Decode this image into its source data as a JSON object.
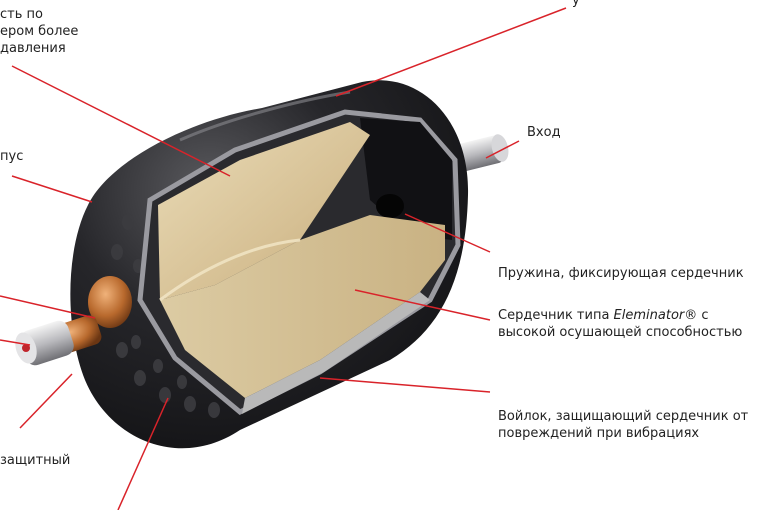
{
  "colors": {
    "leader_line": "#d9232a",
    "shell": "#1b1b1d",
    "core": "#d8c39a",
    "copper": "#c27a3a"
  },
  "labels": {
    "top_left": [
      "сть по",
      "ером более",
      "давления"
    ],
    "top_right": "у",
    "body_shell": "пус",
    "inlet": "Вход",
    "spring": "Пружина, фиксирующая сердечник",
    "core": {
      "line1_prefix": "Сердечник типа ",
      "line1_brand": "Eleminator",
      "line1_suffix": "® с",
      "line2": "высокой осушающей способностью"
    },
    "felt": [
      "Войлок, защищающий сердечник от",
      "повреждений при вибрациях"
    ],
    "cap": "защитный"
  }
}
